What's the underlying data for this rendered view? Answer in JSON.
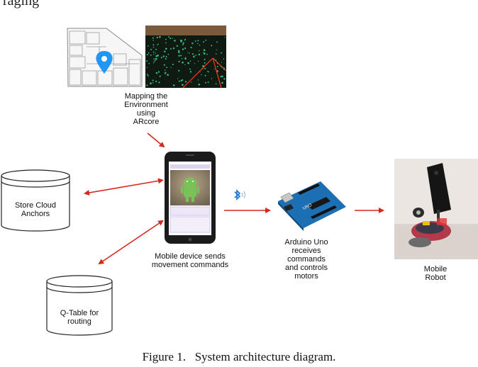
{
  "header_fragment": "raging",
  "labels": {
    "mapping": [
      "Mapping the",
      "Environment",
      "using",
      "ARcore"
    ],
    "store_cloud": [
      "Store Cloud",
      "Anchors"
    ],
    "qtable": [
      "Q-Table for",
      "routing"
    ],
    "mobile_device": [
      "Mobile device sends",
      "movement commands"
    ],
    "arduino": [
      "Arduino Uno",
      "receives",
      "commands",
      "and controls",
      "motors"
    ],
    "robot": [
      "Mobile",
      "Robot"
    ]
  },
  "caption": "Figure 1.   System architecture diagram.",
  "colors": {
    "arrow": "#d8261c",
    "bluetooth": "#1a73c9",
    "map_pin": "#2196f3",
    "arduino_board": "#1c6fb3",
    "android": "#78c257"
  }
}
